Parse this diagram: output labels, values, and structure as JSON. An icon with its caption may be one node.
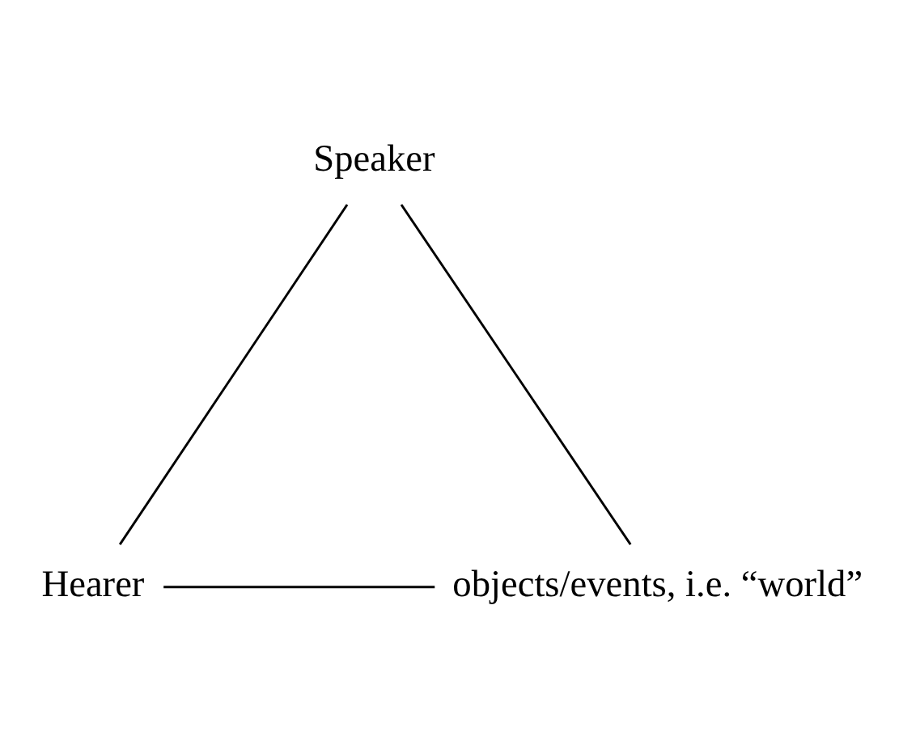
{
  "diagram": {
    "nodes": [
      {
        "text": [
          "Speaker"
        ]
      },
      {
        "text": [
          "Hearer"
        ]
      },
      {
        "text": [
          "objects/events, i.e. “world”"
        ]
      }
    ],
    "edges": [
      {
        "from": 0,
        "to": 1,
        "arrow": "none"
      },
      {
        "from": 0,
        "to": 2,
        "arrow": "none"
      },
      {
        "from": 1,
        "to": 2,
        "arrow": "none"
      }
    ]
  }
}
